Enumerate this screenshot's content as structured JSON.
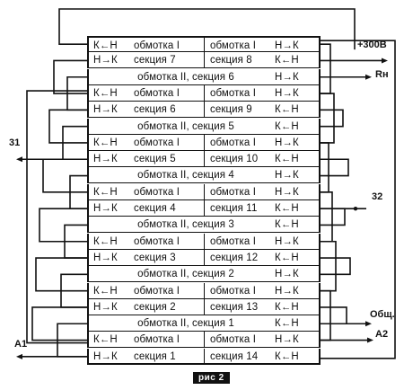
{
  "rows": [
    {
      "type": "split",
      "c1": "К←Н",
      "c2": "обмотка I",
      "c3": "обмотка I",
      "c4": "Н→К"
    },
    {
      "type": "split",
      "c1": "Н→К",
      "c2": "секция 7",
      "c3": "секция 8",
      "c4": "К←Н"
    },
    {
      "type": "full",
      "text": "обмотка II, секция 6",
      "right": "Н→К"
    },
    {
      "type": "split",
      "c1": "К←Н",
      "c2": "обмотка I",
      "c3": "обмотка I",
      "c4": "Н→К"
    },
    {
      "type": "split",
      "c1": "Н→К",
      "c2": "секция 6",
      "c3": "секция 9",
      "c4": "К←Н"
    },
    {
      "type": "full",
      "text": "обмотка II, секция 5",
      "right": "К←Н"
    },
    {
      "type": "split",
      "c1": "К←Н",
      "c2": "обмотка I",
      "c3": "обмотка I",
      "c4": "Н→К"
    },
    {
      "type": "split",
      "c1": "Н→К",
      "c2": "секция 5",
      "c3": "секция 10",
      "c4": "К←Н"
    },
    {
      "type": "full",
      "text": "обмотка II, секция 4",
      "right": "Н→К"
    },
    {
      "type": "split",
      "c1": "К←Н",
      "c2": "обмотка I",
      "c3": "обмотка I",
      "c4": "Н→К"
    },
    {
      "type": "split",
      "c1": "Н→К",
      "c2": "секция 4",
      "c3": "секция 11",
      "c4": "К←Н"
    },
    {
      "type": "full",
      "text": "обмотка II, секция 3",
      "right": "К←Н"
    },
    {
      "type": "split",
      "c1": "К←Н",
      "c2": "обмотка I",
      "c3": "обмотка I",
      "c4": "Н→К"
    },
    {
      "type": "split",
      "c1": "Н→К",
      "c2": "секция 3",
      "c3": "секция 12",
      "c4": "К←Н"
    },
    {
      "type": "full",
      "text": "обмотка II, секция 2",
      "right": "Н→К"
    },
    {
      "type": "split",
      "c1": "К←Н",
      "c2": "обмотка I",
      "c3": "обмотка I",
      "c4": "Н→К"
    },
    {
      "type": "split",
      "c1": "Н→К",
      "c2": "секция 2",
      "c3": "секция 13",
      "c4": "К←Н"
    },
    {
      "type": "full",
      "text": "обмотка II, секция 1",
      "right": "К←Н"
    },
    {
      "type": "split",
      "c1": "К←Н",
      "c2": "обмотка I",
      "c3": "обмотка I",
      "c4": "Н→К"
    },
    {
      "type": "split",
      "c1": "Н→К",
      "c2": "секция 1",
      "c3": "секция 14",
      "c4": "К←Н"
    }
  ],
  "labels": {
    "plus300": "+300В",
    "rn": "Rн",
    "l31": "31",
    "l32": "32",
    "obsh": "Общ.",
    "a1": "A1",
    "a2": "A2"
  },
  "caption": "рис 2"
}
